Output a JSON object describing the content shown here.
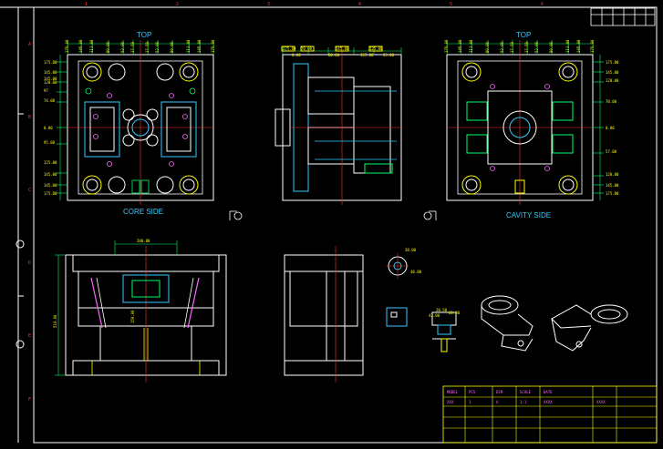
{
  "drawing": {
    "views": {
      "core": {
        "top_label": "TOP",
        "side_label": "CORE SIDE"
      },
      "cavity": {
        "top_label": "TOP",
        "side_label": "CAVITY SIDE"
      }
    },
    "dims": {
      "core_top": [
        "175.00",
        "145.00",
        "111.00",
        "80.00",
        "52.00",
        "17.50",
        "17.50",
        "52.00",
        "80.00",
        "111.00",
        "145.00",
        "175.00"
      ],
      "core_left": [
        "175.00",
        "145.00",
        "145.00",
        "120.00",
        "97",
        "74.00",
        "0.00",
        "95.00",
        "125.00",
        "145.00",
        "145.00",
        "175.00"
      ],
      "cavity_top": [
        "175.00",
        "145.00",
        "111.00",
        "80.00",
        "52.00",
        "17.50",
        "17.50",
        "52.00",
        "80.00",
        "111.00",
        "145.00",
        "175.00"
      ],
      "cavity_right": [
        "175.00",
        "145.00",
        "120.00",
        "70.00",
        "0.00",
        "57.00",
        "120.00",
        "145.00",
        "175.00"
      ],
      "side_top": [
        "175.00",
        "70.00",
        "145.00",
        "125.00",
        "0.00",
        "80.00",
        "157.00",
        "25.00"
      ],
      "section_top": "200.00",
      "section_left": "510.00",
      "section_mid": "159.00",
      "detail": [
        "38.00",
        "40.00",
        "42.00",
        "28.50",
        "60.80"
      ]
    },
    "title_block": {
      "rows": [
        [
          "MODEL",
          "PCS",
          "DIM",
          "SCALE",
          "DATE"
        ],
        [
          "XXX",
          "1",
          "A",
          "1:1",
          "XXXX"
        ],
        [
          "",
          "",
          "",
          "",
          ""
        ]
      ],
      "brand": "XXXX"
    }
  }
}
